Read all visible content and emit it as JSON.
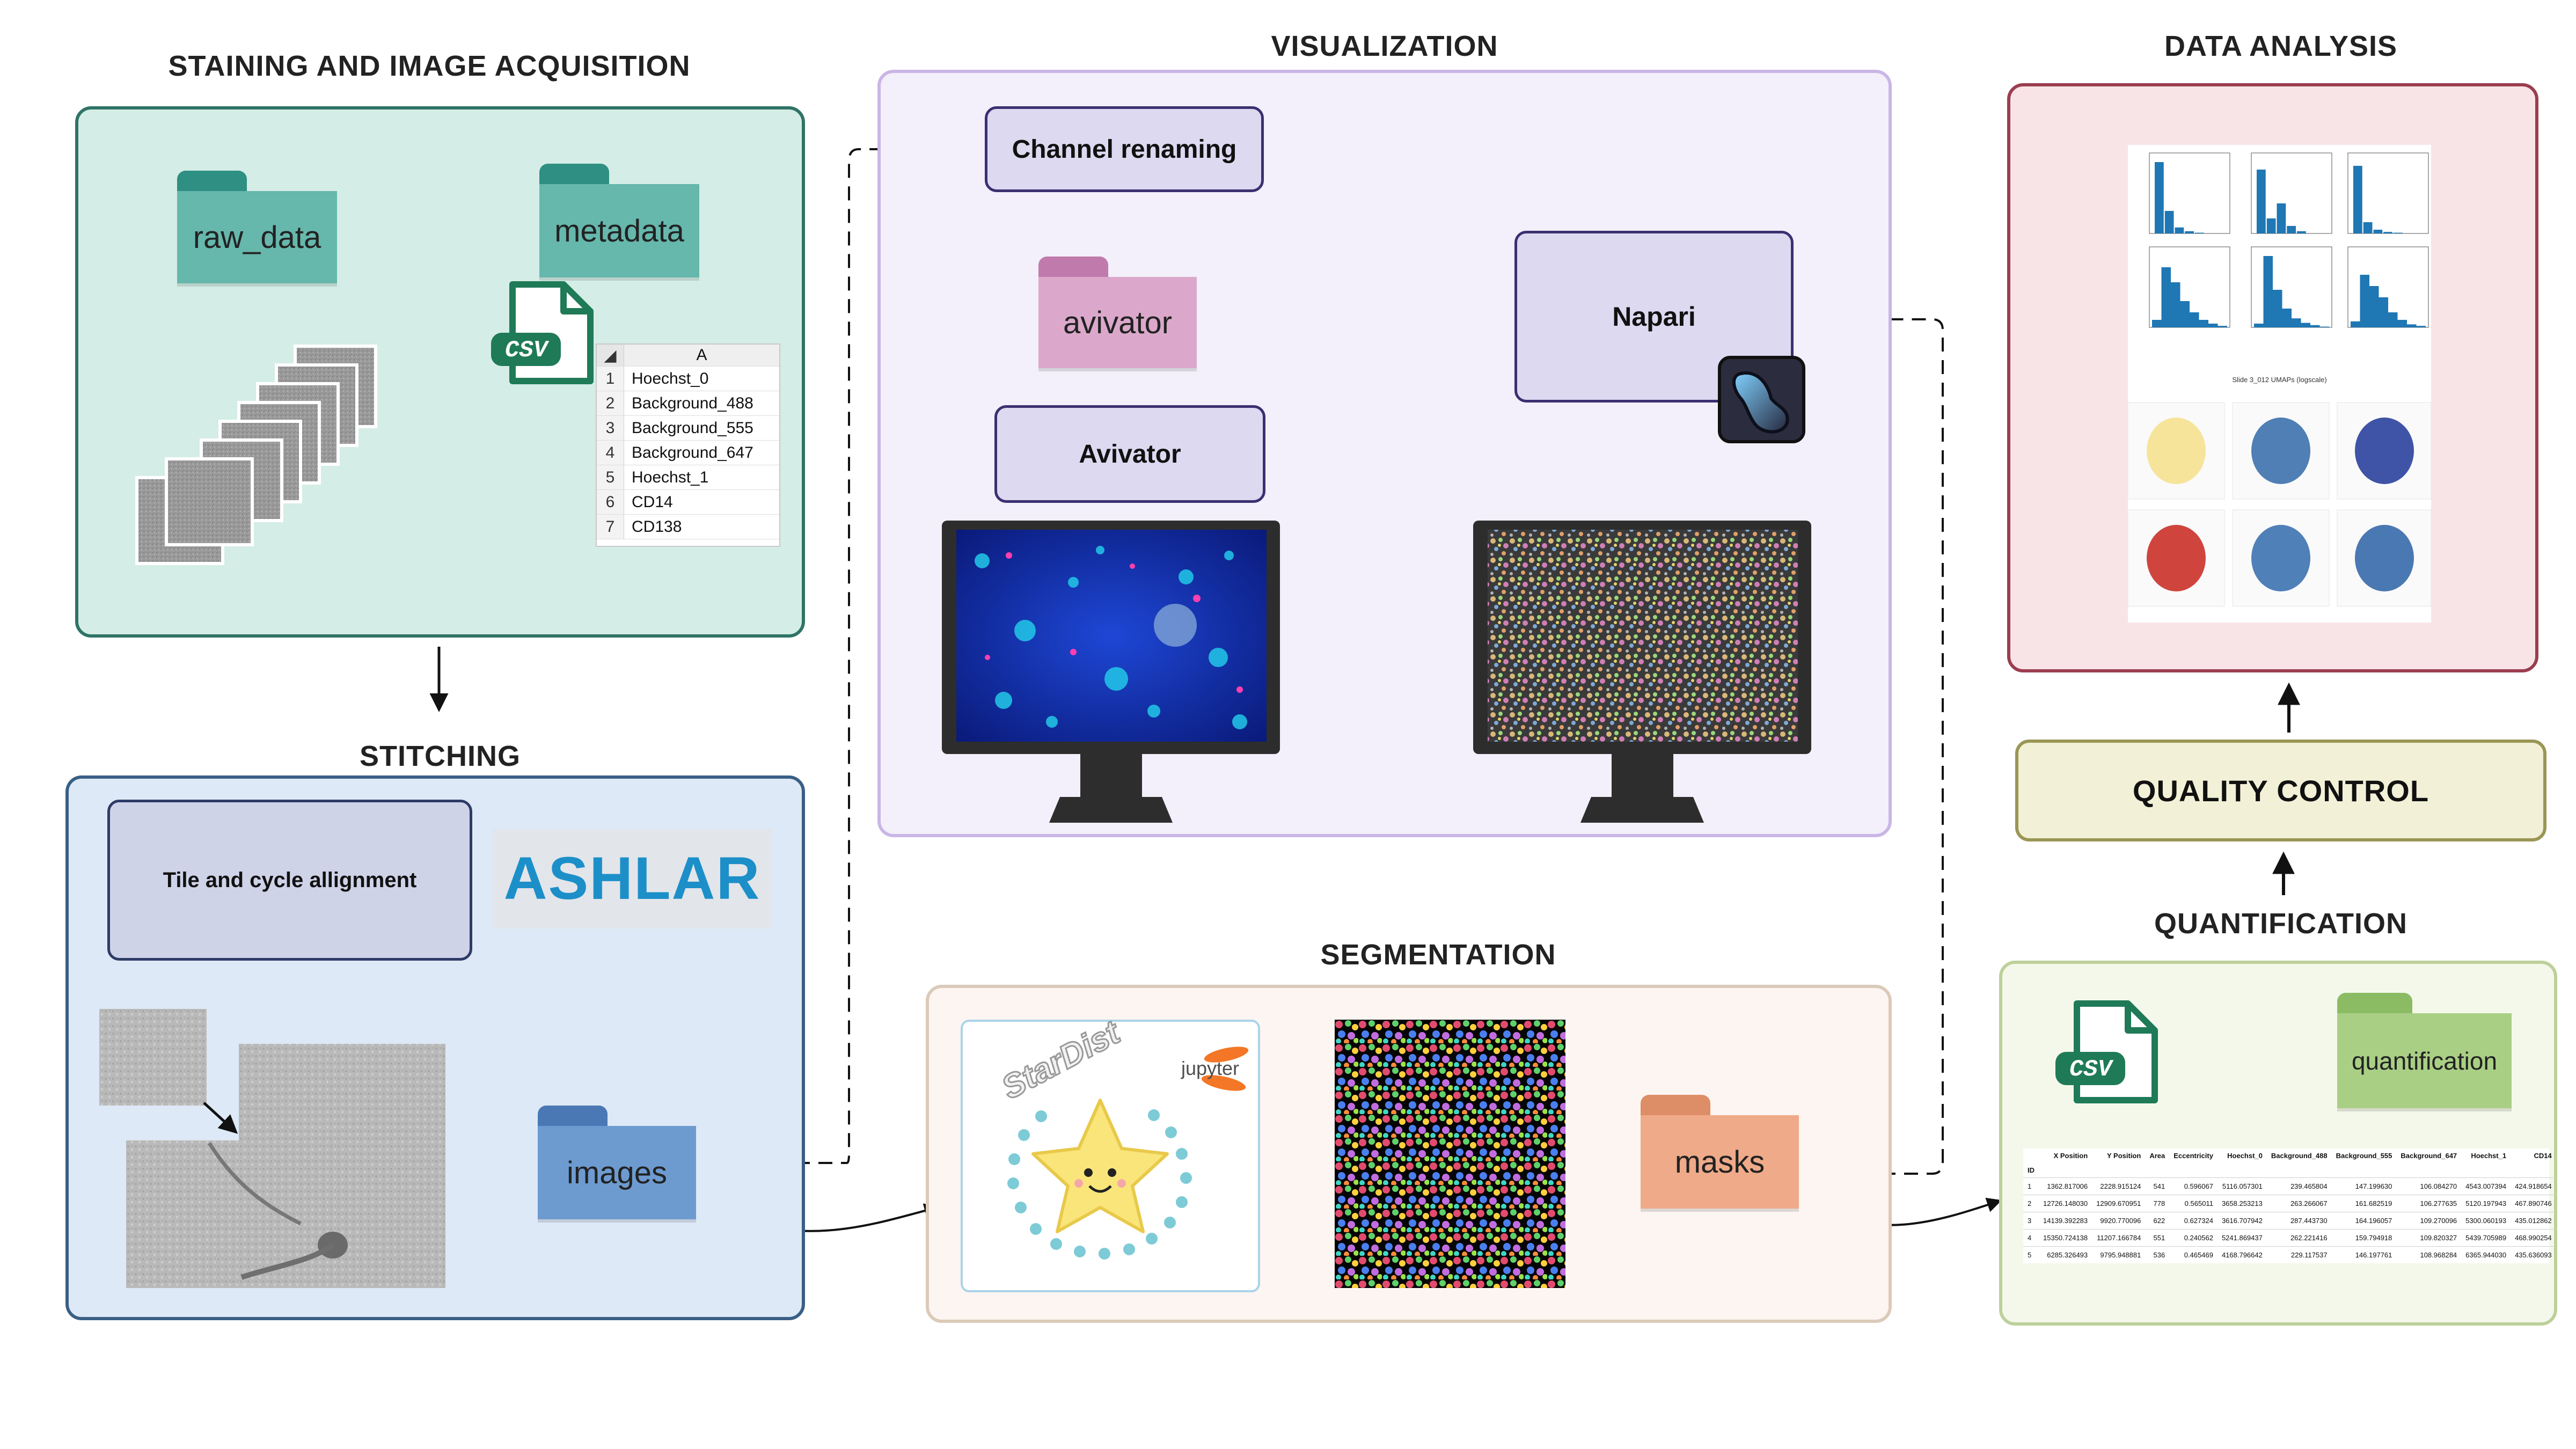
{
  "sections": {
    "staining": "STAINING AND IMAGE ACQUISITION",
    "stitching": "STITCHING",
    "visualization": "VISUALIZATION",
    "segmentation": "SEGMENTATION",
    "data_analysis": "DATA ANALYSIS",
    "quality_control": "QUALITY CONTROL",
    "quantification": "QUANTIFICATION"
  },
  "folders": {
    "raw_data": "raw_data",
    "metadata": "metadata",
    "images": "images",
    "masks": "masks",
    "avivator": "avivator",
    "quantification": "quantification"
  },
  "csv_label": "CSV",
  "metadata_sheet": {
    "column": "A",
    "rows": [
      {
        "n": "1",
        "v": "Hoechst_0"
      },
      {
        "n": "2",
        "v": "Background_488"
      },
      {
        "n": "3",
        "v": "Background_555"
      },
      {
        "n": "4",
        "v": "Background_647"
      },
      {
        "n": "5",
        "v": "Hoechst_1"
      },
      {
        "n": "6",
        "v": "CD14"
      },
      {
        "n": "7",
        "v": "CD138"
      }
    ]
  },
  "stitching": {
    "alignment_label": "Tile and cycle allignment",
    "ashlar_logo": "ASHLAR"
  },
  "visualization": {
    "channel_renaming": "Channel renaming",
    "avivator_tool": "Avivator",
    "napari": "Napari"
  },
  "segmentation": {
    "stardist_logo": "StarDist",
    "jupyter_logo": "jupyter"
  },
  "quantification_table": {
    "index_label": "ID",
    "headers": [
      "X Position",
      "Y Position",
      "Area",
      "Eccentricity",
      "Hoechst_0",
      "Background_488",
      "Background_555",
      "Background_647",
      "Hoechst_1",
      "CD14"
    ],
    "rows": [
      {
        "id": "1",
        "cells": [
          "1362.817006",
          "2228.915124",
          "541",
          "0.596067",
          "5116.057301",
          "239.465804",
          "147.199630",
          "106.084270",
          "4543.007394",
          "424.918654"
        ]
      },
      {
        "id": "2",
        "cells": [
          "12726.148030",
          "12909.670951",
          "778",
          "0.565011",
          "3658.253213",
          "263.266067",
          "161.682519",
          "106.277635",
          "5120.197943",
          "467.890746"
        ]
      },
      {
        "id": "3",
        "cells": [
          "14139.392283",
          "9920.770096",
          "622",
          "0.627324",
          "3616.707942",
          "287.443730",
          "164.196057",
          "109.270096",
          "5300.060193",
          "435.012862"
        ]
      },
      {
        "id": "4",
        "cells": [
          "15350.724138",
          "11207.166784",
          "551",
          "0.240562",
          "5241.869437",
          "262.221416",
          "159.794918",
          "109.820327",
          "5439.705989",
          "468.990254"
        ]
      },
      {
        "id": "5",
        "cells": [
          "6285.326493",
          "9795.948881",
          "536",
          "0.465469",
          "4168.796642",
          "229.117537",
          "146.197761",
          "108.968284",
          "6365.944030",
          "435.636093"
        ]
      }
    ]
  },
  "analysis_plots": {
    "umap_title": "Slide 3_012 UMAPs (logscale)",
    "histogram_values": [
      [
        95,
        30,
        8,
        3,
        1
      ],
      [
        85,
        20,
        40,
        10,
        3
      ],
      [
        90,
        15,
        5,
        2,
        1
      ]
    ],
    "density_values": [
      [
        10,
        80,
        60,
        35,
        20,
        10,
        5,
        2
      ],
      [
        5,
        95,
        50,
        25,
        12,
        6,
        3,
        1
      ],
      [
        8,
        70,
        55,
        40,
        20,
        10,
        4,
        2
      ]
    ]
  },
  "colors": {
    "staining_bg": "#d4ede6",
    "staining_border": "#2f7466",
    "stitching_bg": "#dde9f6",
    "stitching_border": "#3a5f86",
    "vis_bg": "#f3effb",
    "vis_border": "#c9b6e6",
    "seg_bg": "#fcf5f1",
    "seg_border": "#dccab9",
    "analysis_bg": "#f8e4e7",
    "analysis_border": "#9b3d4f",
    "qc_bg": "#f2f0d6",
    "qc_border": "#9a9655",
    "quant_bg": "#f4f8ea",
    "quant_border": "#bdd09a",
    "tool_box_bg": "#dcd9f0",
    "tool_box_border": "#3a3070",
    "folder_teal": "#66b7ac",
    "folder_blue": "#6d9bd0",
    "folder_pink": "#d9a6c9",
    "folder_orange": "#eeaa8a",
    "folder_green": "#a9cf85",
    "csv_green": "#1f7a57",
    "ashlar_blue": "#1c8fc9",
    "ashlar_navy": "#1b2a5c"
  }
}
